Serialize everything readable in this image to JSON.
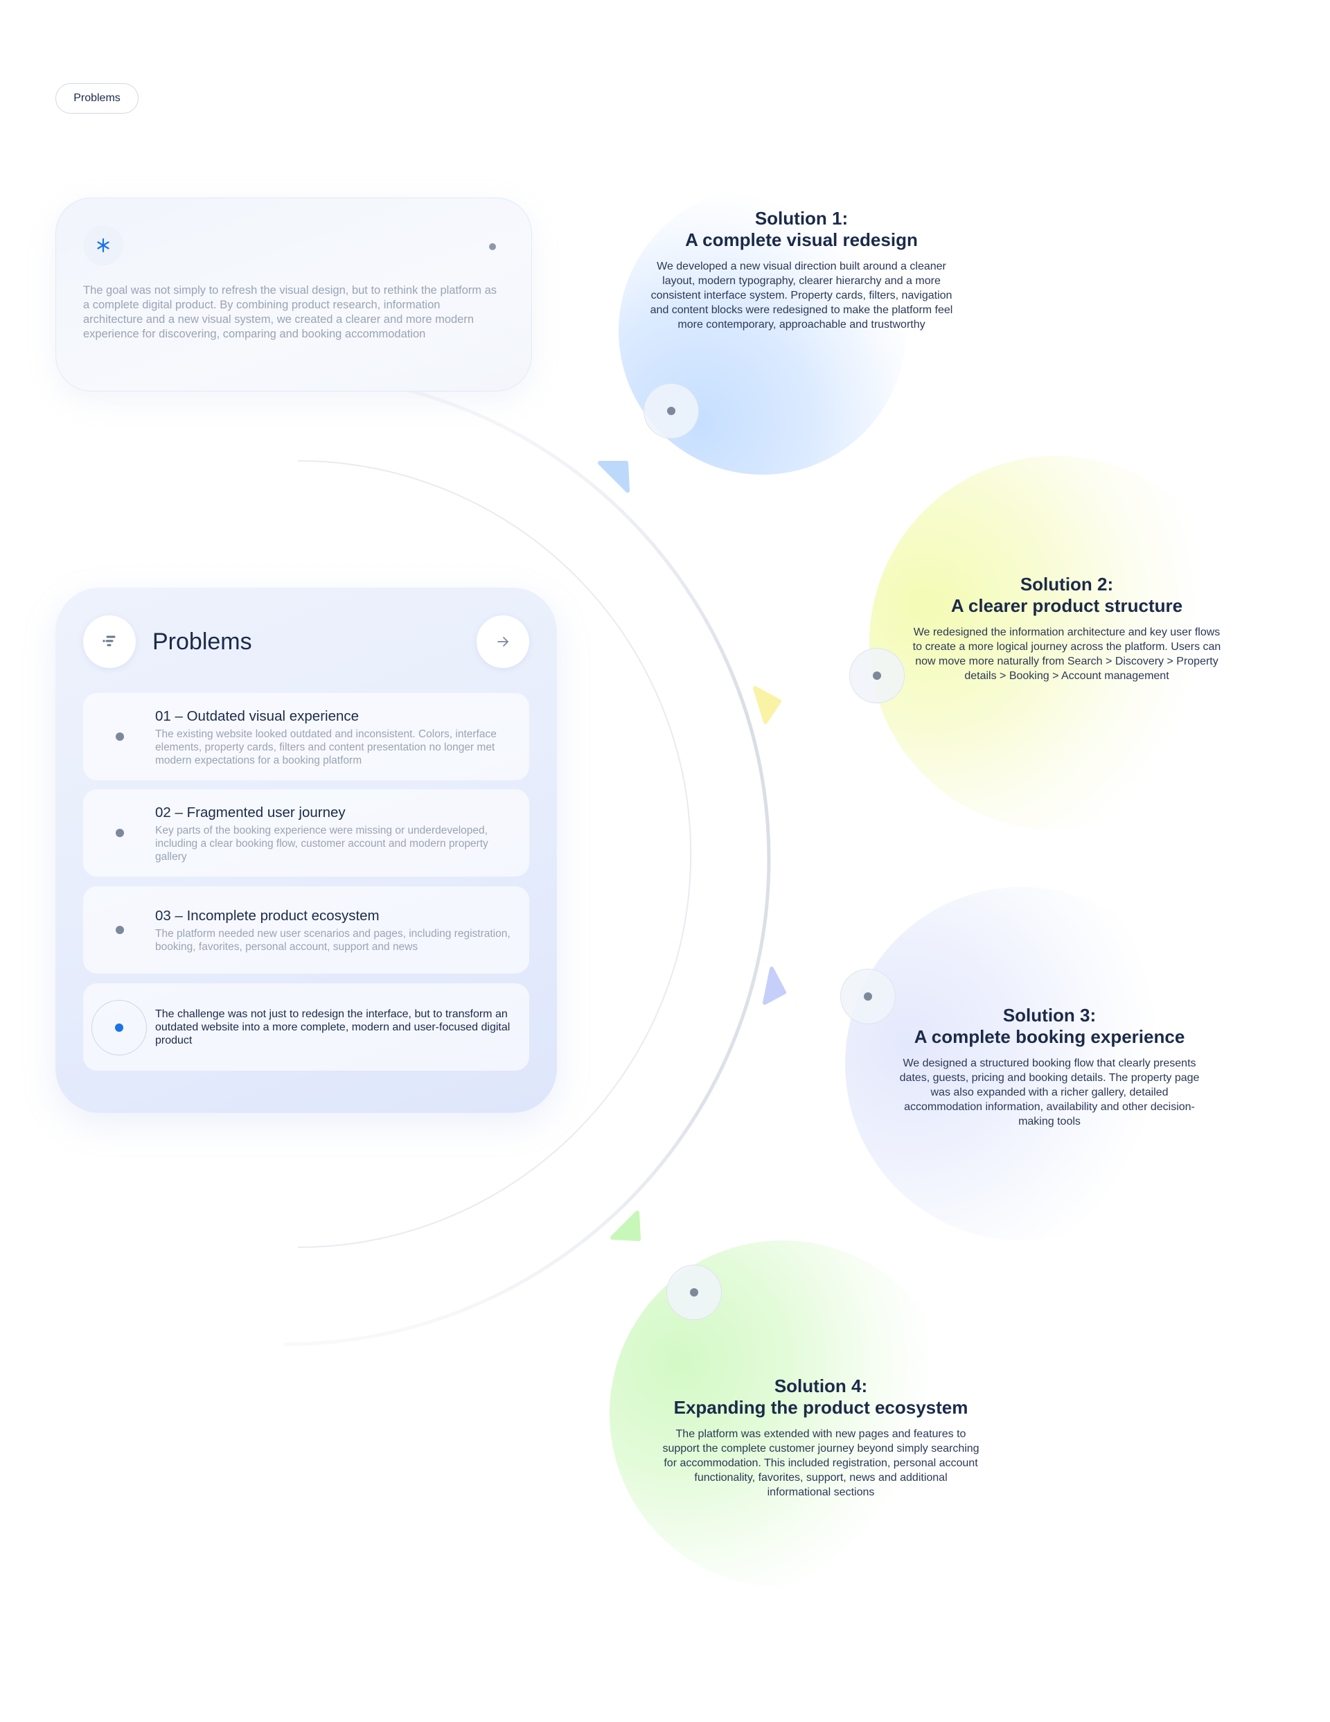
{
  "tag": {
    "label": "Problems"
  },
  "goal": {
    "icon": "sparkle-icon",
    "text": "The goal was not simply to refresh the visual design, but to rethink the platform as a complete digital product. By combining product research, information architecture and a new visual system, we created a clearer and more modern experience for discovering, comparing and booking accommodation"
  },
  "solutions": [
    {
      "title": "Solution 1:",
      "subtitle": "A complete visual redesign",
      "text": "We developed a new visual direction built around a cleaner layout, modern typography, clearer hierarchy and a more consistent interface system. Property cards, filters, navigation and content blocks were redesigned to make the platform feel more contemporary, approachable and trustworthy",
      "color": "#cfe3ff"
    },
    {
      "title": "Solution 2:",
      "subtitle": "A clearer product structure",
      "text": "We redesigned the information architecture and key user flows to create a more logical journey across the platform. Users can now move more naturally from Search > Discovery > Property details > Booking > Account management",
      "color": "#f7fbc9"
    },
    {
      "title": "Solution 3:",
      "subtitle": "A complete booking experience",
      "text": "We designed a structured booking flow that clearly presents dates, guests, pricing and booking details. The property page was also expanded with a richer gallery, detailed accommodation information, availability and other decision-making tools",
      "color": "#e6eafc"
    },
    {
      "title": "Solution 4:",
      "subtitle": "Expanding the product ecosystem",
      "text": "The platform was extended with new pages and features to support the complete customer journey beyond simply searching for accommodation. This included registration, personal account functionality, favorites, support, news and additional informational sections",
      "color": "#dcfad2"
    }
  ],
  "problems": {
    "title": "Problems",
    "icon": "filter-icon",
    "arrow_icon": "arrow-right-icon",
    "items": [
      {
        "title": "01 – Outdated visual experience",
        "text": "The existing website looked outdated and inconsistent. Colors, interface elements, property cards, filters and content presentation no longer met modern expectations for a booking platform"
      },
      {
        "title": "02 – Fragmented user journey",
        "text": "Key parts of the booking experience were missing or underdeveloped, including a clear booking flow, customer account and modern property gallery"
      },
      {
        "title": "03 – Incomplete product ecosystem",
        "text": "The platform needed new user scenarios and pages, including registration, booking, favorites, personal account, support and news"
      }
    ],
    "summary": "The challenge was not just to redesign the interface, but to transform an outdated website into a more complete, modern and user-focused digital product"
  },
  "colors": {
    "text": "#1b2a4a",
    "muted": "#9aa4b4",
    "accent": "#1a73e8",
    "triangle_blue": "#bcd9fb",
    "triangle_yellow": "#faf3a6",
    "triangle_periwinkle": "#c5cffa",
    "triangle_green": "#c7f7b9"
  }
}
